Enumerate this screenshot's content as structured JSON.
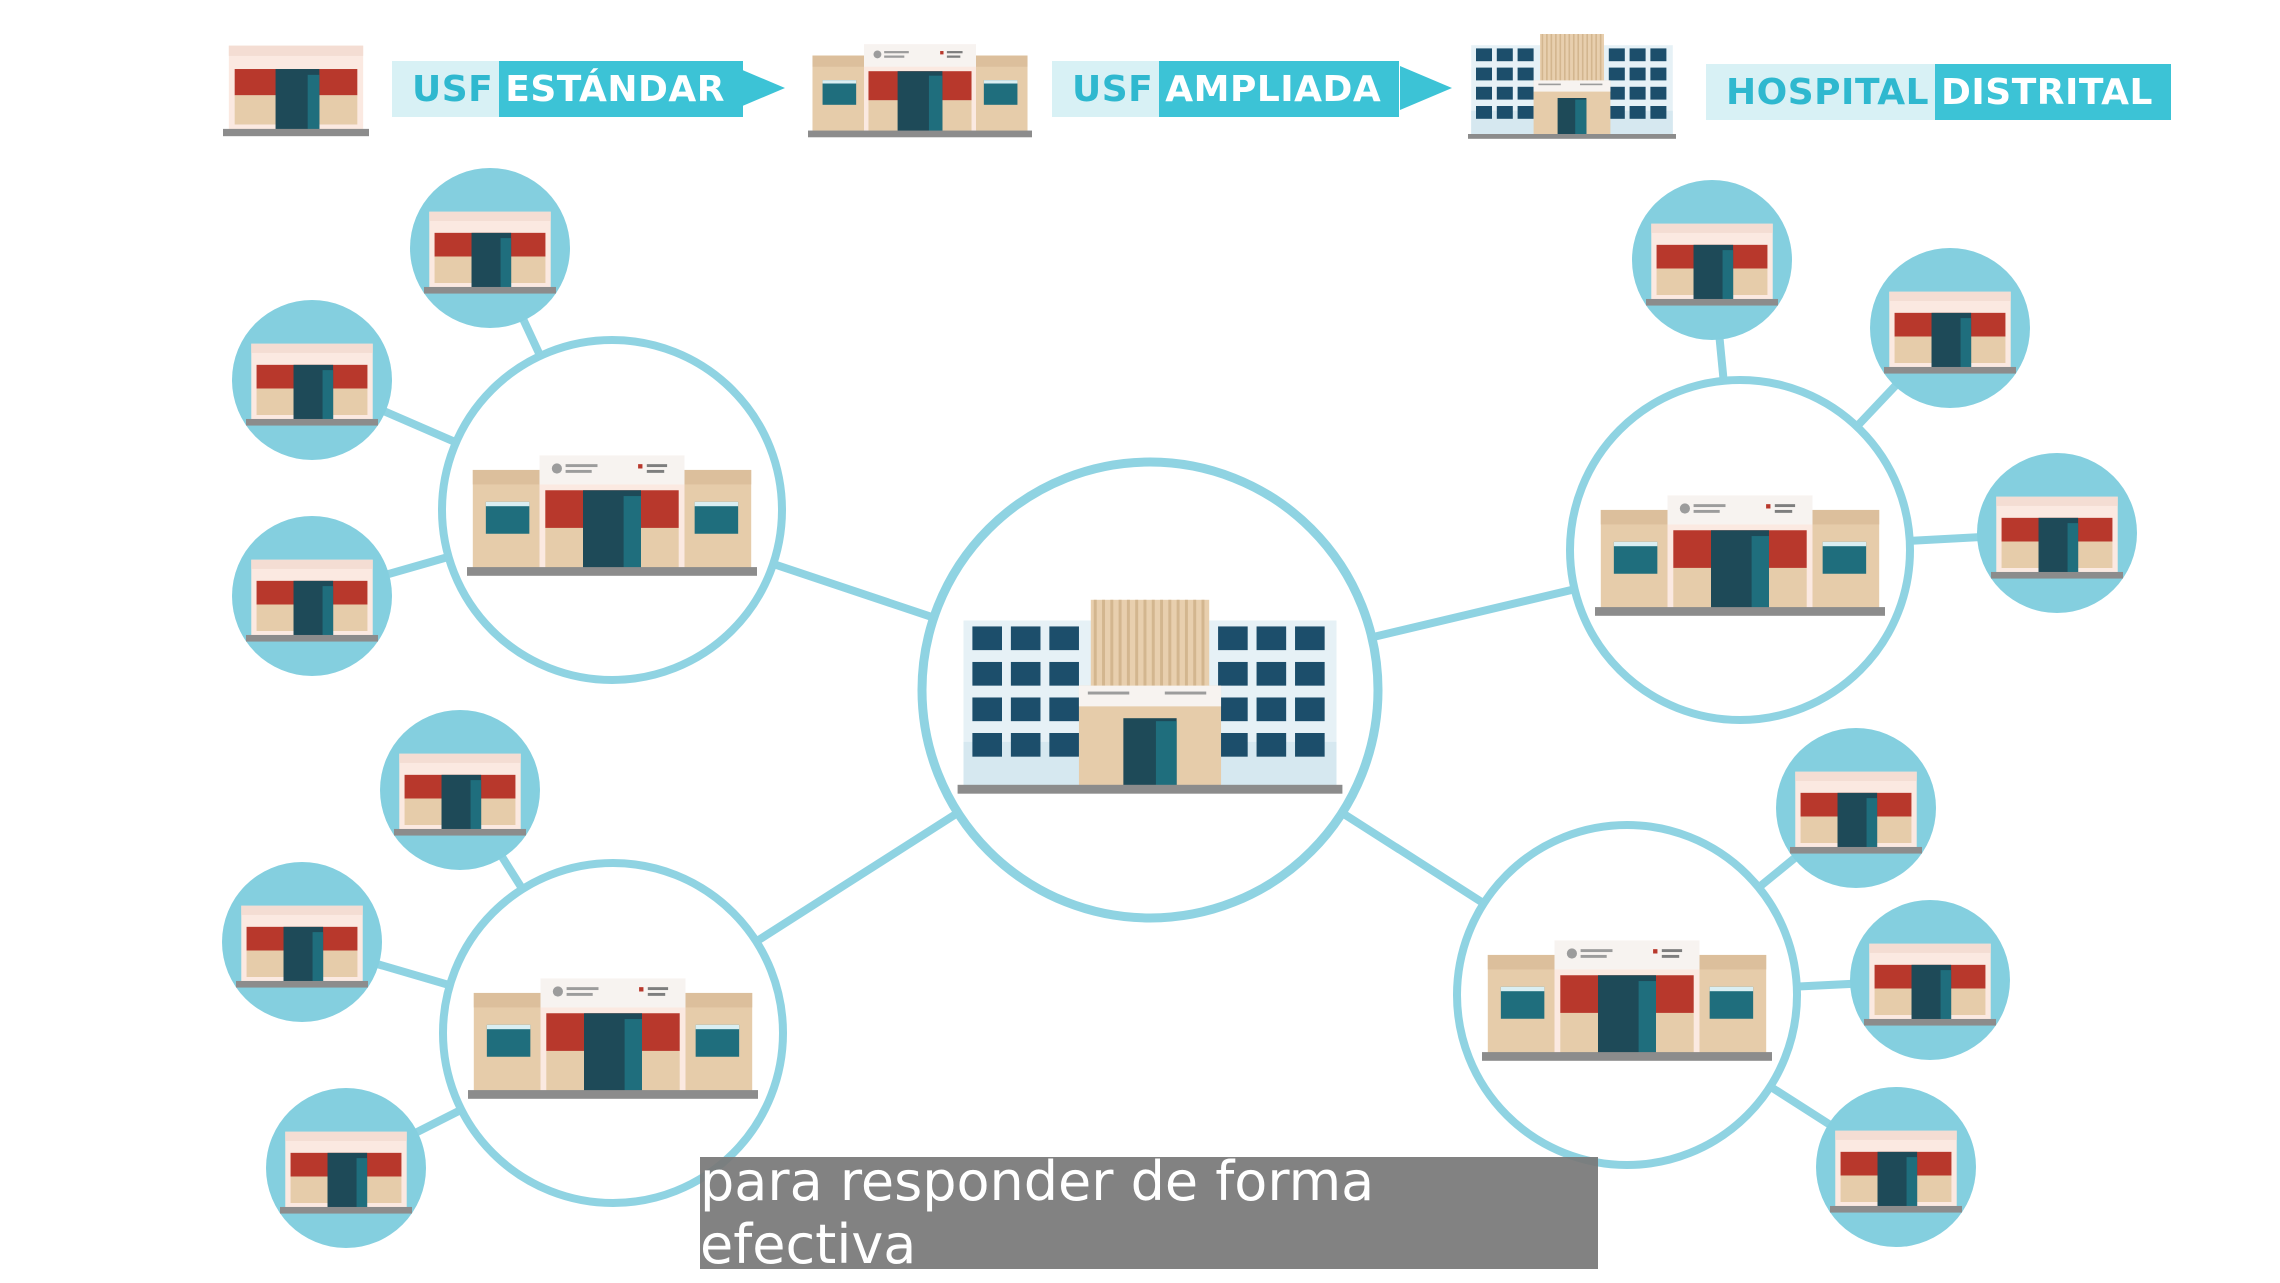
{
  "legend": {
    "items": [
      {
        "prefix": "USF",
        "suffix": "ESTÁNDAR"
      },
      {
        "prefix": "USF",
        "suffix": "AMPLIADA"
      },
      {
        "prefix": "HOSPITAL",
        "suffix": "DISTRITAL"
      }
    ]
  },
  "subtitle": "para responder de forma efectiva",
  "colors": {
    "accent": "#3cc3d6",
    "ring": "#8fd3e2",
    "circle_fill": "#84cfdf",
    "wall": "#fbe9e1",
    "brick": "#b8382c",
    "door": "#1e4a58",
    "window": "#1f6e7d",
    "hospital_window": "#1c4e6b",
    "beige": "#e6ccaa"
  },
  "diagram": {
    "hub": {
      "type": "hospital-distrital"
    },
    "clusters": [
      {
        "type": "usf-ampliada",
        "satellites": 3
      },
      {
        "type": "usf-ampliada",
        "satellites": 3
      },
      {
        "type": "usf-ampliada",
        "satellites": 3
      },
      {
        "type": "usf-ampliada",
        "satellites": 3
      }
    ],
    "satellite_type": "usf-estandar"
  }
}
